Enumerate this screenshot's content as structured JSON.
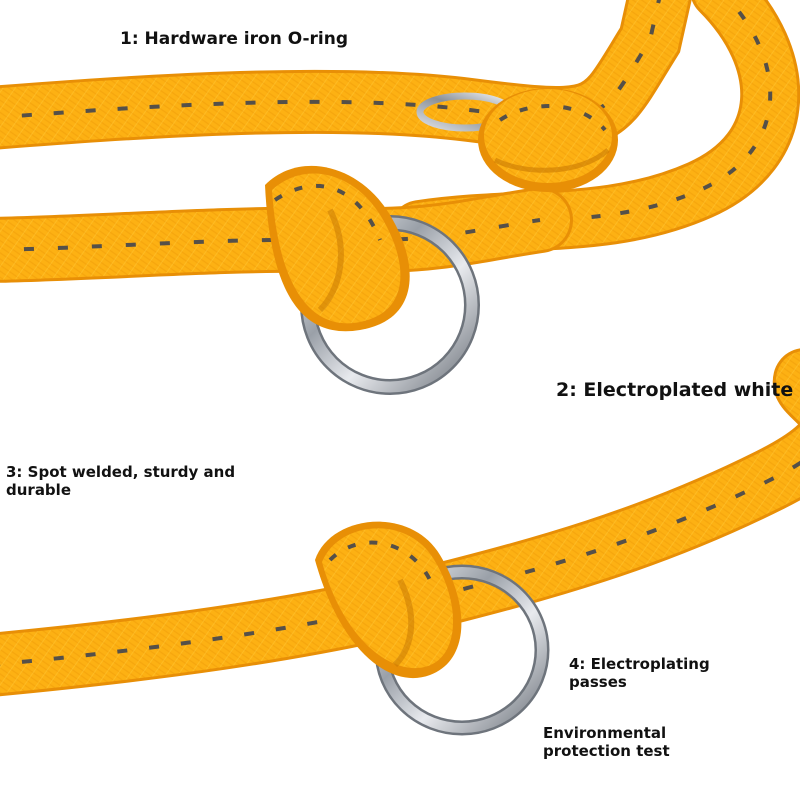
{
  "labels": {
    "l1": "1: Hardware iron O-ring",
    "l2": "2: Electroplated white",
    "l3": "3: Spot welded, sturdy and durable",
    "l4": "4: Electroplating passes",
    "l5": "Environmental protection test"
  },
  "colors": {
    "rope": "#fdb113",
    "rope_highlight": "#ffd24a",
    "rope_shadow": "#e88f06",
    "reflective_stripe": "#555049",
    "ring_metal": "#c8ccd2",
    "background": "#ffffff",
    "label_text": "#111111"
  },
  "subjects": [
    "rope-leash",
    "slip-knot",
    "o-ring"
  ]
}
